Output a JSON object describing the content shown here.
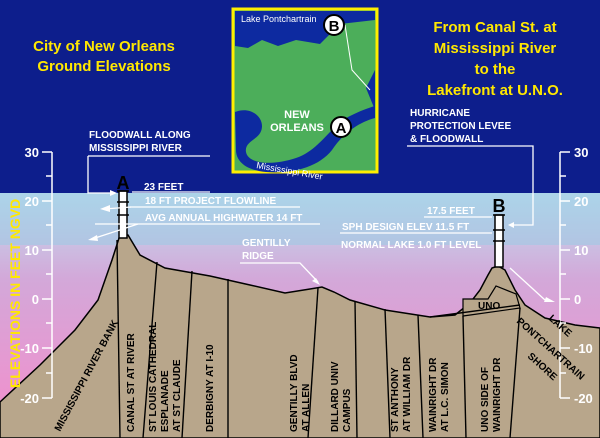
{
  "title_left": [
    "City of New Orleans",
    "Ground Elevations"
  ],
  "title_right": [
    "From Canal St. at",
    "Mississippi River",
    "to the",
    "Lakefront at U.N.O."
  ],
  "inset_map": {
    "lake_label": "Lake Pontchartrain",
    "city_label": [
      "NEW",
      "ORLEANS"
    ],
    "river_label": "Mississippi River",
    "marker_a": "A",
    "marker_b": "B"
  },
  "y_axis": {
    "label": "ELEVATIONS IN FEET NGVD",
    "ticks": [
      "30",
      "20",
      "10",
      "0",
      "-10",
      "-20"
    ]
  },
  "marker_a": "A",
  "marker_b": "B",
  "annotations": {
    "floodwall": [
      "FLOODWALL ALONG",
      "MISSISSIPPI RIVER"
    ],
    "feet_23": "23 FEET",
    "flowline": "18 FT PROJECT FLOWLINE",
    "highwater": "AVG ANNUAL HIGHWATER 14 FT",
    "gentilly": [
      "GENTILLY",
      "RIDGE"
    ],
    "levee": [
      "HURRICANE",
      "PROTECTION LEVEE",
      "& FLOODWALL"
    ],
    "feet_17_5": "17.5 FEET",
    "sph": "SPH DESIGN ELEV 11.5 FT",
    "normal_lake": "NORMAL LAKE 1.0 FT LEVEL",
    "uno": "UNO"
  },
  "locations": [
    "MISSISSIPPI RIVER BANK",
    "CANAL ST AT RIVER",
    "ST LOUIS CATHEDRAL",
    "ESPLANADE",
    "AT ST CLAUDE",
    "DERBIGNY AT I-10",
    "GENTILLY BLVD",
    "AT ALLEN",
    "DILLARD UNIV",
    "CAMPUS",
    "ST ANTHONY",
    "AT WILLIAM DR",
    "WAINRIGHT DR",
    "AT L.C. SIMON",
    "UNO SIDE OF",
    "WAINRIGHT DR",
    "LAKE",
    "PONTCHARTRAIN",
    "SHORE"
  ],
  "colors": {
    "background": "#0d1e8c",
    "sky_top": "#a9cfe6",
    "sky_bottom": "#f08ac8",
    "ground": "#b7a48a",
    "title": "#ffe800",
    "map_land": "#4cae5a",
    "map_water": "#0d2aa0",
    "map_border": "#ffee00"
  }
}
